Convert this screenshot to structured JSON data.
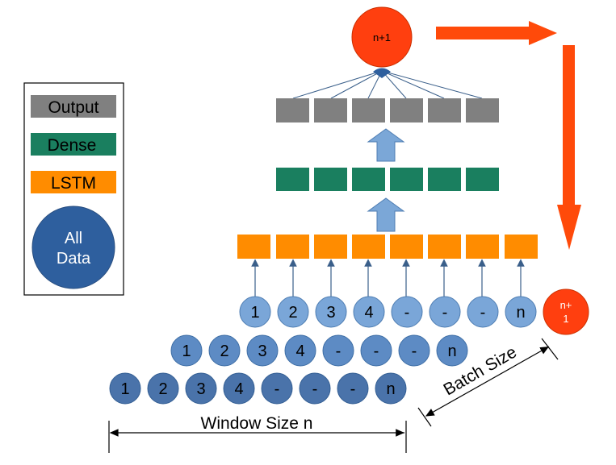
{
  "legend": {
    "output_label": "Output",
    "dense_label": "Dense",
    "lstm_label": "LSTM",
    "all_data_label_line1": "All",
    "all_data_label_line2": "Data"
  },
  "prediction": {
    "top_label": "n+1",
    "side_label_line1": "n+",
    "side_label_line2": "1"
  },
  "sequences": {
    "row1": [
      "1",
      "2",
      "3",
      "4",
      "-",
      "-",
      "-",
      "n"
    ],
    "row2": [
      "1",
      "2",
      "3",
      "4",
      "-",
      "-",
      "-",
      "n"
    ],
    "row3": [
      "1",
      "2",
      "3",
      "4",
      "-",
      "-",
      "-",
      "n"
    ]
  },
  "dimensions": {
    "window_size_label": "Window Size n",
    "batch_size_label": "Batch Size"
  },
  "colors": {
    "output": "#808080",
    "dense": "#1a7f5f",
    "lstm": "#ff8c00",
    "all_data": "#2e5f9e",
    "seq_row1": "#7aa6d8",
    "seq_row2": "#5d8bc4",
    "seq_row3": "#4a73aa",
    "prediction": "#ff3f0f",
    "flow_arrow": "#ff4a0a",
    "layer_arrow": "#7ba7d7"
  }
}
